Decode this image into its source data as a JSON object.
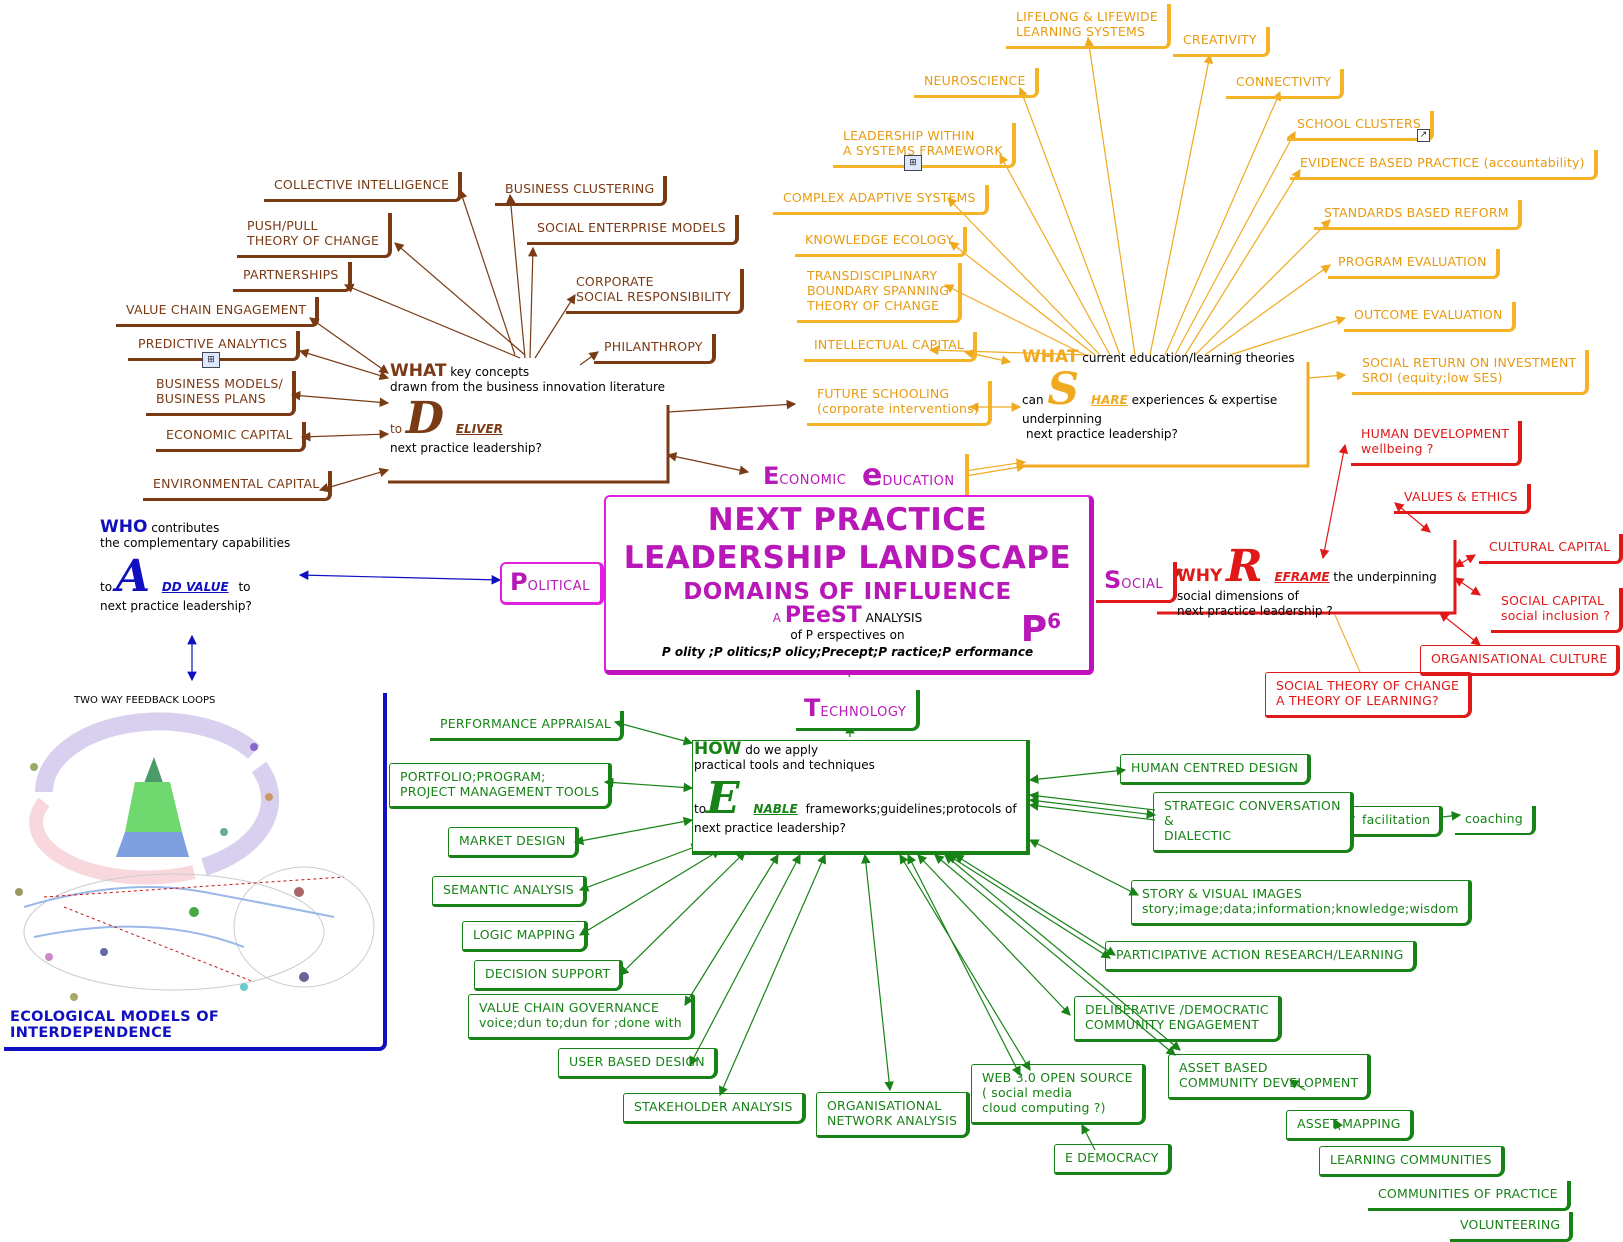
{
  "center": {
    "line1": "NEXT PRACTICE",
    "line2": "LEADERSHIP LANDSCAPE",
    "line3": "DOMAINS OF INFLUENCE",
    "a": "A",
    "peest": "PEeST",
    "analysis": "ANALYSIS",
    "of_p": "of P erspectives on",
    "list": "P olity ;P olitics;P olicy;Precept;P ractice;P erformance",
    "p6": "P",
    "p6_sup": "6"
  },
  "tags": {
    "economic": {
      "cap": "E",
      "rest": "CONOMIC"
    },
    "education": {
      "cap": "e",
      "rest": "DUCATION"
    },
    "political": {
      "cap": "P",
      "rest": "OLITICAL"
    },
    "social": {
      "cap": "S",
      "rest": "OCIAL"
    },
    "technology": {
      "cap": "T",
      "rest": "ECHNOLOGY"
    }
  },
  "hubs": {
    "deliver": {
      "what": "WHAT",
      "line1": "key concepts",
      "line2": "drawn from the business innovation literature",
      "to": "to",
      "big": "D",
      "word": "ELIVER",
      "line3": "next practice leadership?"
    },
    "share": {
      "what": "WHAT",
      "line1": "current education/learning theories",
      "can": "can",
      "big": "S",
      "word": "HARE",
      "line2": "experiences & expertise",
      "line3": "underpinning",
      "line4": "next practice leadership?"
    },
    "reframe": {
      "why": "WHY",
      "big": "R",
      "word": "EFRAME",
      "line1": "the underpinning",
      "line2": "social dimensions of",
      "line3": "next practice leadership ?"
    },
    "add": {
      "who": "WHO",
      "line1": "contributes",
      "line2": "the complementary capabilities",
      "to": "to",
      "big": "A",
      "word": "DD VALUE",
      "to2": "to",
      "line3": "next practice leadership?"
    },
    "enable": {
      "how": "HOW",
      "line1": "do we apply",
      "line2": "practical tools and techniques",
      "to": "to",
      "big": "E",
      "word": "NABLE",
      "line3": "frameworks;guidelines;protocols  of",
      "line4": "next practice leadership?"
    }
  },
  "business": [
    "COLLECTIVE INTELLIGENCE",
    "BUSINESS CLUSTERING",
    "PUSH/PULL\nTHEORY OF CHANGE",
    "SOCIAL ENTERPRISE MODELS",
    "PARTNERSHIPS",
    "CORPORATE\nSOCIAL RESPONSIBILITY",
    "VALUE CHAIN ENGAGEMENT",
    "PHILANTHROPY",
    "PREDICTIVE ANALYTICS",
    "BUSINESS MODELS/\nBUSINESS PLANS",
    "ECONOMIC CAPITAL",
    "ENVIRONMENTAL CAPITAL"
  ],
  "education": [
    "LIFELONG & LIFEWIDE\nLEARNING SYSTEMS",
    "CREATIVITY",
    "NEUROSCIENCE",
    "CONNECTIVITY",
    "LEADERSHIP WITHIN\nA SYSTEMS FRAMEWORK",
    "SCHOOL CLUSTERS",
    "EVIDENCE BASED PRACTICE (accountability)",
    "COMPLEX ADAPTIVE SYSTEMS",
    "STANDARDS BASED REFORM",
    "KNOWLEDGE ECOLOGY",
    "PROGRAM EVALUATION",
    "TRANSDISCIPLINARY\nBOUNDARY SPANNING\nTHEORY OF CHANGE",
    "OUTCOME EVALUATION",
    "INTELLECTUAL CAPITAL",
    "SOCIAL RETURN ON INVESTMENT\nSROI (equity;low SES)",
    "FUTURE SCHOOLING\n(corporate interventions)"
  ],
  "social": [
    "HUMAN DEVELOPMENT\nwellbeing ?",
    "VALUES & ETHICS",
    "CULTURAL CAPITAL",
    "SOCIAL CAPITAL\nsocial inclusion ?",
    "ORGANISATIONAL CULTURE",
    "SOCIAL THEORY OF CHANGE\nA THEORY OF LEARNING?"
  ],
  "tech": [
    "PERFORMANCE APPRAISAL",
    "PORTFOLIO;PROGRAM;\nPROJECT MANAGEMENT TOOLS",
    "MARKET DESIGN",
    "SEMANTIC ANALYSIS",
    "LOGIC MAPPING",
    "DECISION SUPPORT",
    "VALUE CHAIN GOVERNANCE\nvoice;dun to;dun for ;done with",
    "USER BASED DESIGN",
    "STAKEHOLDER ANALYSIS",
    "ORGANISATIONAL\nNETWORK ANALYSIS",
    "WEB 3.0 OPEN SOURCE\n( social media\ncloud computing ?)",
    "E DEMOCRACY",
    "ASSET BASED\nCOMMUNITY DEVELOPMENT",
    "ASSET MAPPING",
    "LEARNING COMMUNITIES",
    "COMMUNITIES OF PRACTICE",
    "VOLUNTEERING",
    "DELIBERATIVE /DEMOCRATIC\nCOMMUNITY ENGAGEMENT",
    "PARTICIPATIVE ACTION RESEARCH/LEARNING",
    "STORY & VISUAL IMAGES\nstory;image;data;information;knowledge;wisdom",
    "HUMAN CENTRED DESIGN",
    "STRATEGIC CONVERSATION\n&\nDIALECTIC",
    "facilitation",
    "coaching"
  ],
  "eco": {
    "title": "TWO WAY FEEDBACK LOOPS",
    "caption": "ECOLOGICAL MODELS OF INTERDEPENDENCE"
  },
  "colors": {
    "business": "#7a3a14",
    "education": "#f5b328",
    "social": "#e01818",
    "tech": "#178317",
    "center": "#e020e0",
    "who": "#1010c0"
  }
}
